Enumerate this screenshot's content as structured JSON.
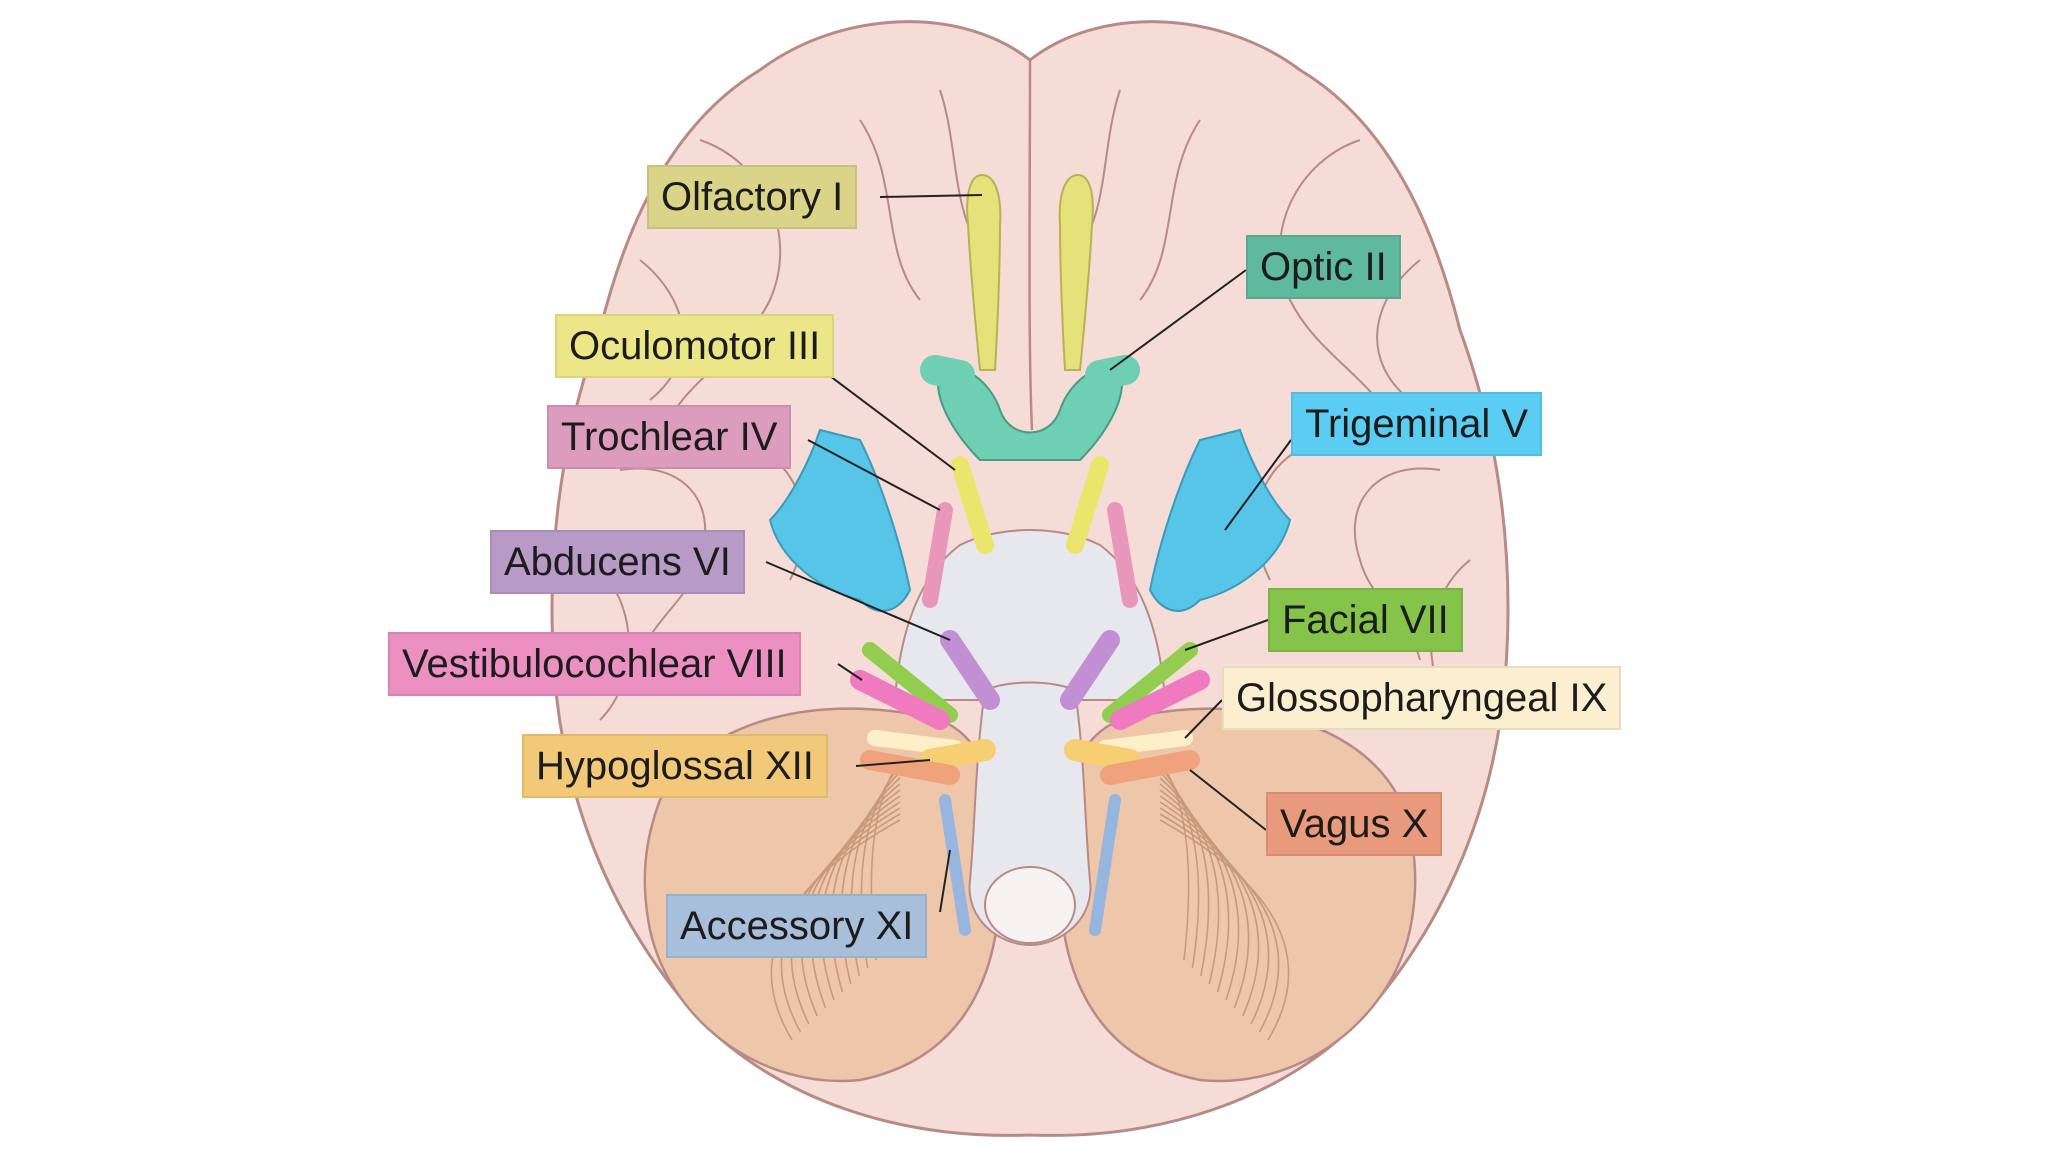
{
  "labels": {
    "olfactory": "Olfactory I",
    "optic": "Optic II",
    "oculomotor": "Oculomotor III",
    "trochlear": "Trochlear IV",
    "trigeminal": "Trigeminal V",
    "abducens": "Abducens VI",
    "facial": "Facial VII",
    "vestibulocochlear": "Vestibulocochlear VIII",
    "glossopharyngeal": "Glossopharyngeal IX",
    "vagus": "Vagus X",
    "accessory": "Accessory XI",
    "hypoglossal": "Hypoglossal XII"
  },
  "colors": {
    "brain": "#f6dcd6",
    "brain_outline": "#b88a86",
    "cerebellum": "#eec7ab",
    "brainstem": "#e6e8ee",
    "olfactory": "#e6e27a",
    "optic": "#6fcfb2",
    "oculomotor": "#ece56b",
    "trochlear": "#e896ba",
    "trigeminal": "#56c5e8",
    "abducens": "#c28ed4",
    "facial": "#93cd4f",
    "vestibulocochlear": "#f07ac0",
    "glossopharyngeal": "#fdf0c8",
    "vagus": "#f0a27c",
    "accessory": "#96b6e0",
    "hypoglossal": "#f6cf72",
    "label_olfactory": "#d9d487",
    "label_optic": "#5fb99c",
    "label_oculomotor": "#ece689",
    "label_trochlear": "#dc9cbe",
    "label_trigeminal": "#5ccdf2",
    "label_abducens": "#b89ac7",
    "label_facial": "#85c44a",
    "label_vestibulocochlear": "#ec8fc1",
    "label_glossopharyngeal": "#fbefcf",
    "label_vagus": "#e99a7c",
    "label_accessory": "#a7bfdb",
    "label_hypoglossal": "#f1c978"
  }
}
